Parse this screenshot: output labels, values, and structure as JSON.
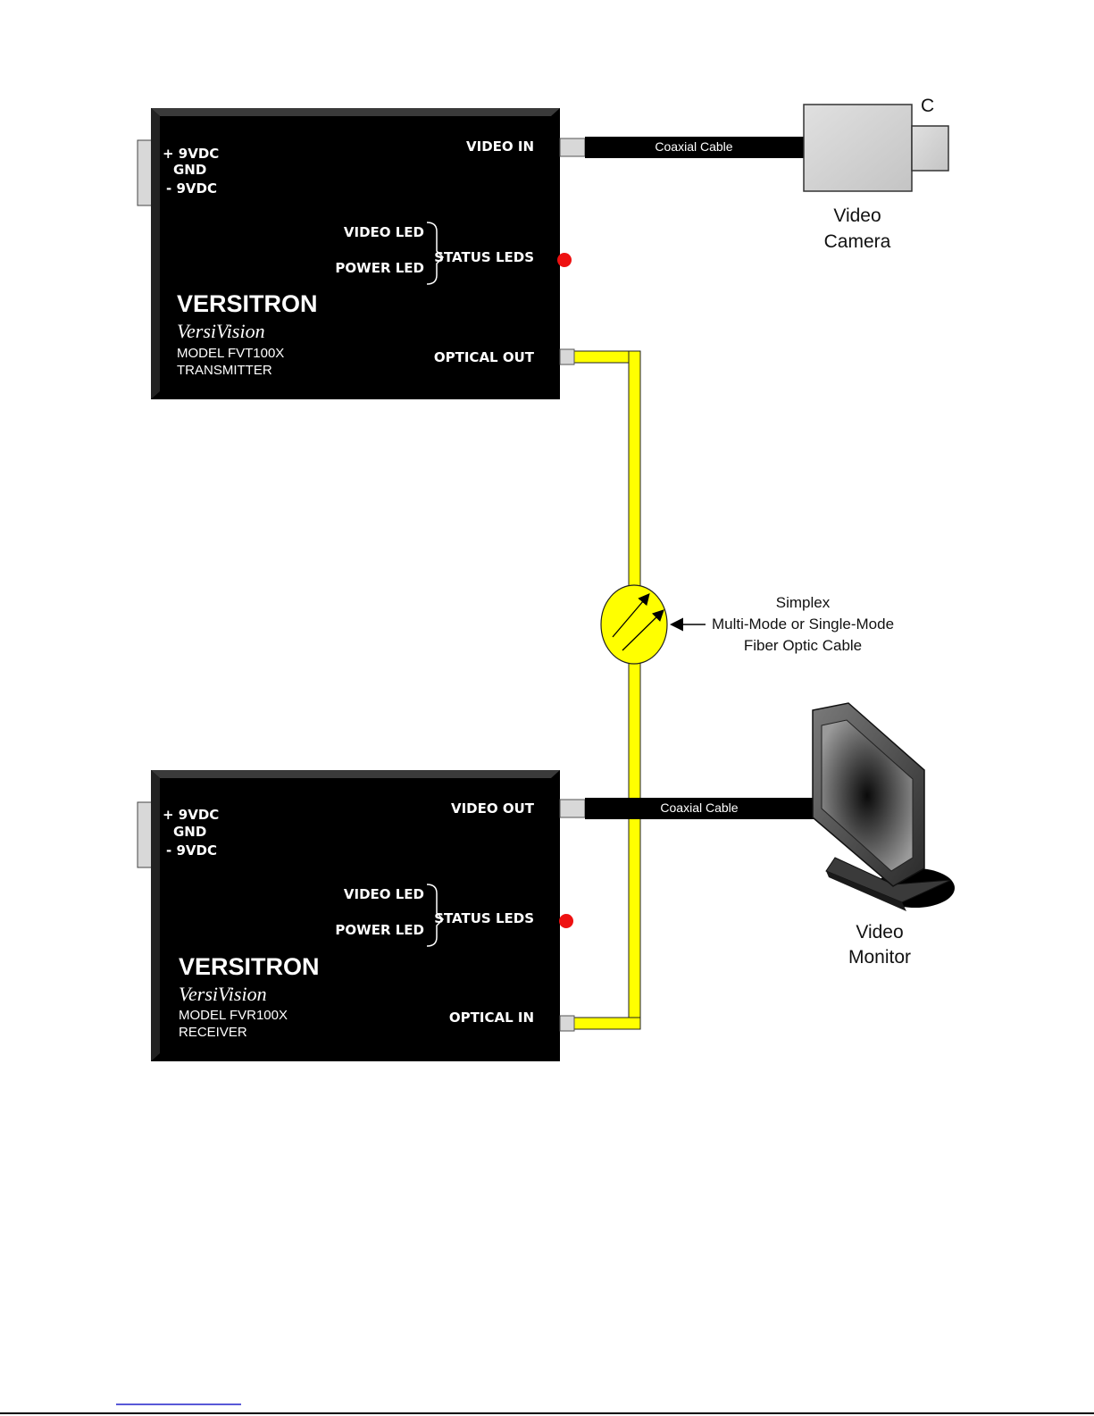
{
  "transmitter": {
    "power_plus": "+ 9VDC",
    "power_gnd": "GND",
    "power_minus": "- 9VDC",
    "video_port": "VIDEO IN",
    "video_led": "VIDEO LED",
    "power_led": "POWER LED",
    "status_leds": "STATUS LEDS",
    "optical_port": "OPTICAL OUT",
    "brand": "VERSITRON",
    "product": "VersiVision",
    "model": "MODEL FVT100X",
    "role": "TRANSMITTER"
  },
  "receiver": {
    "power_plus": "+ 9VDC",
    "power_gnd": "GND",
    "power_minus": "- 9VDC",
    "video_port": "VIDEO OUT",
    "video_led": "VIDEO LED",
    "power_led": "POWER LED",
    "status_leds": "STATUS LEDS",
    "optical_port": "OPTICAL IN",
    "brand": "VERSITRON",
    "product": "VersiVision",
    "model": "MODEL FVR100X",
    "role": "RECEIVER"
  },
  "camera": {
    "letter": "C",
    "label_line1": "Video",
    "label_line2": "Camera",
    "cable_label": "Coaxial Cable"
  },
  "monitor": {
    "label_line1": "Video",
    "label_line2": "Monitor",
    "cable_label": "Coaxial Cable"
  },
  "fiber": {
    "line1": "Simplex",
    "line2": "Multi-Mode or Single-Mode",
    "line3": "Fiber Optic Cable"
  },
  "colors": {
    "box": "#000000",
    "fiber": "#ffff00",
    "led": "#ee1111",
    "connector": "#d8d8d8"
  }
}
